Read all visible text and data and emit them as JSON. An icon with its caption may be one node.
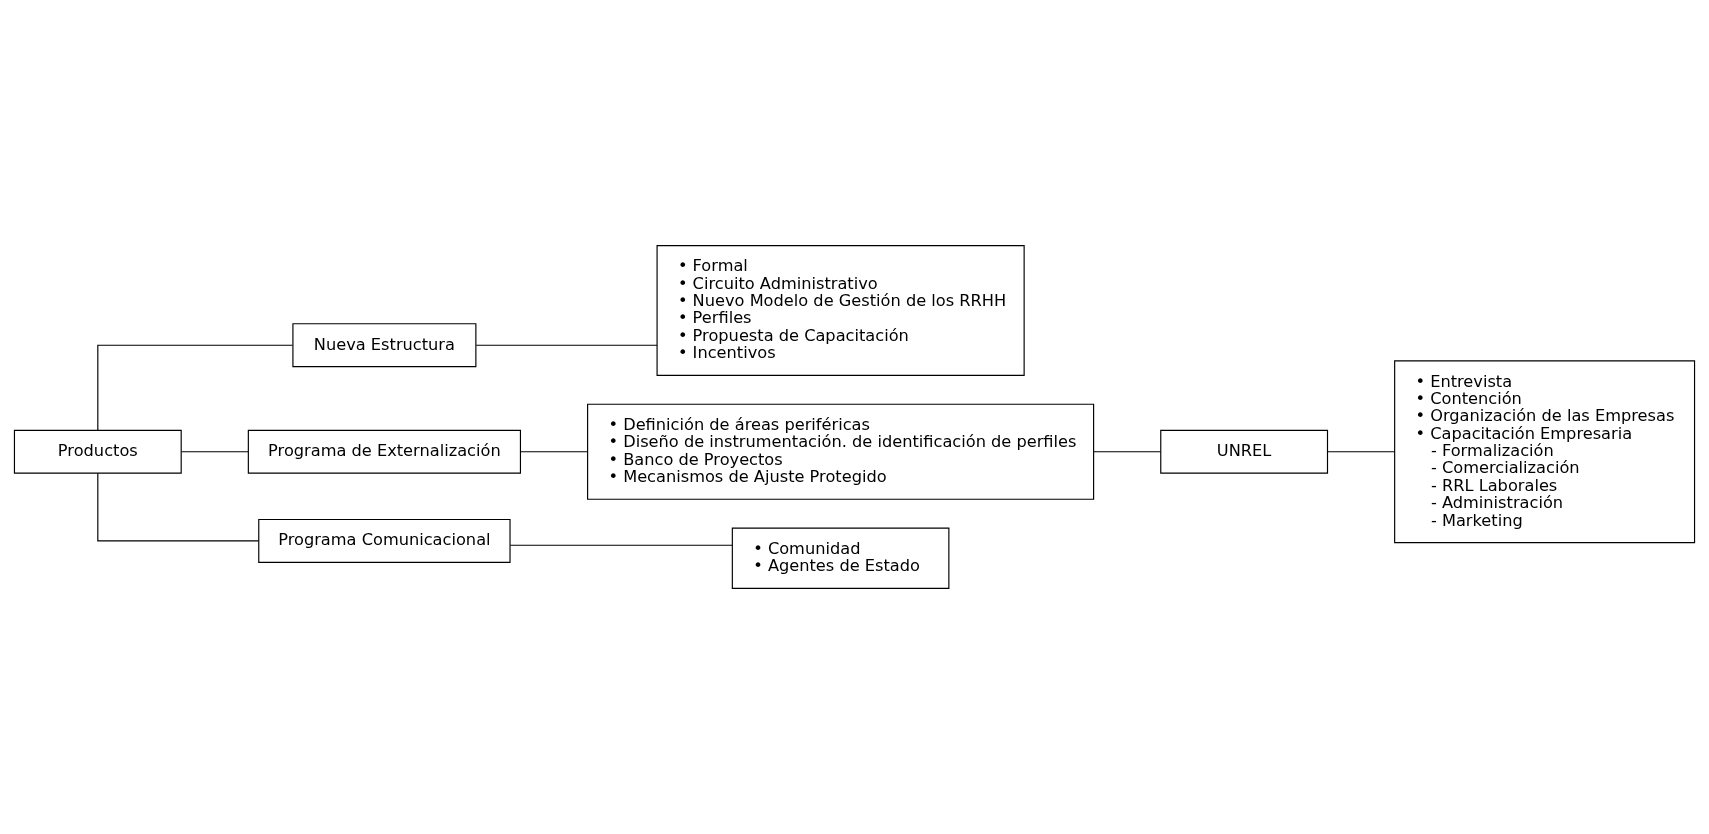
{
  "diagram": {
    "nodes": [
      {
        "text": [
          "Productos"
        ]
      },
      {
        "text": [
          "Nueva Estructura"
        ]
      },
      {
        "text": [
          "Programa de Externalización"
        ]
      },
      {
        "text": [
          "Programa Comunicacional"
        ]
      },
      {
        "text": [
          "• Formal",
          "• Circuito Administrativo",
          "• Nuevo Modelo de Gestión de los RRHH",
          "• Perfiles",
          "• Propuesta de Capacitación",
          "• Incentivos"
        ]
      },
      {
        "text": [
          "• Definición de áreas periféricas",
          "• Diseño de instrumentación. de identificación de perfiles",
          "• Banco de Proyectos",
          "• Mecanismos de Ajuste Protegido"
        ]
      },
      {
        "text": [
          "• Comunidad",
          "• Agentes de Estado"
        ]
      },
      {
        "text": [
          "UNREL"
        ]
      },
      {
        "text": [
          "• Entrevista",
          "• Contención",
          "• Organización de las Empresas",
          "• Capacitación Empresaria",
          "- Formalización",
          "- Comercialización",
          "- RRL Laborales",
          "- Administración",
          "- Marketing"
        ]
      }
    ],
    "edges": [
      {
        "from": 0,
        "to": 1,
        "arrow": "none"
      },
      {
        "from": 0,
        "to": 2,
        "arrow": "none"
      },
      {
        "from": 0,
        "to": 3,
        "arrow": "none"
      },
      {
        "from": 1,
        "to": 4,
        "arrow": "none"
      },
      {
        "from": 2,
        "to": 5,
        "arrow": "none"
      },
      {
        "from": 3,
        "to": 6,
        "arrow": "none"
      },
      {
        "from": 5,
        "to": 7,
        "arrow": "none"
      },
      {
        "from": 7,
        "to": 8,
        "arrow": "none"
      }
    ]
  }
}
